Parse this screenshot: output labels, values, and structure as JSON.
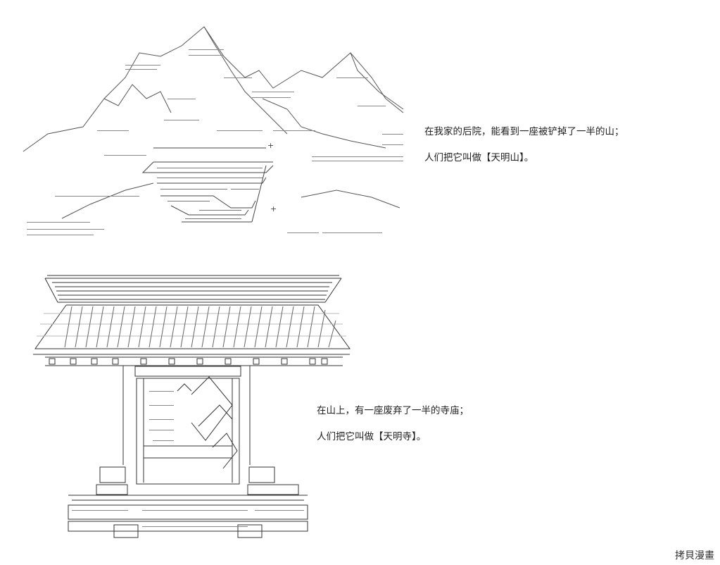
{
  "panel_mountain": {
    "caption_line1": "在我家的后院，能看到一座被铲掉了一半的山；",
    "caption_line2": "人们把它叫做【天明山】。"
  },
  "panel_temple": {
    "caption_line1": "在山上，有一座废弃了一半的寺庙；",
    "caption_line2": "人们把它叫做【天明寺】。"
  },
  "watermark": "拷貝漫畫",
  "colors": {
    "ink": "#222222",
    "background": "#ffffff"
  }
}
